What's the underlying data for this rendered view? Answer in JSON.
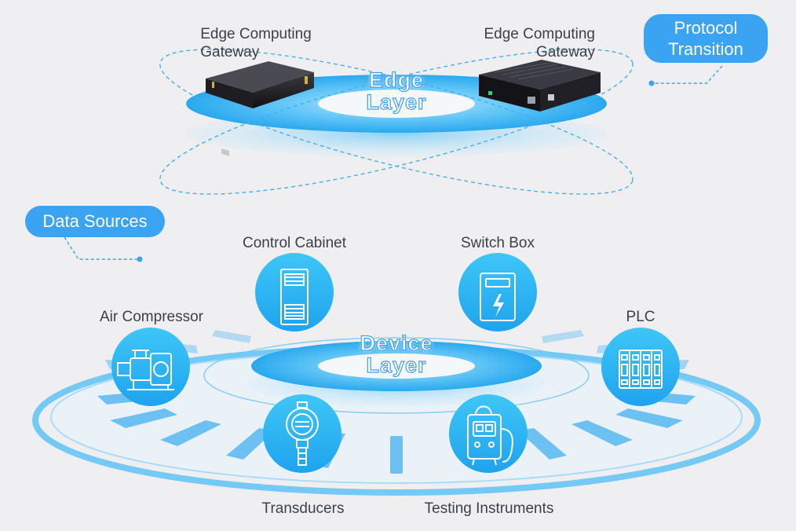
{
  "colors": {
    "background": "#efeff1",
    "accent": "#3aa3f2",
    "ring": "#5ec3f5",
    "text": "#3c4048"
  },
  "callouts": {
    "protocol": {
      "line1": "Protocol",
      "line2": "Transition"
    },
    "data_sources": "Data Sources"
  },
  "edge_layer": {
    "title_line1": "Edge",
    "title_line2": "Layer",
    "gateway_left": {
      "line1": "Edge Computing",
      "line2": "Gateway"
    },
    "gateway_right": {
      "line1": "Edge Computing",
      "line2": "Gateway"
    }
  },
  "device_layer": {
    "title_line1": "Device",
    "title_line2": "Layer"
  },
  "devices": {
    "control_cabinet": {
      "label": "Control Cabinet",
      "icon": "cabinet-icon"
    },
    "switch_box": {
      "label": "Switch Box",
      "icon": "lightning-box-icon"
    },
    "air_compressor": {
      "label": "Air Compressor",
      "icon": "compressor-icon"
    },
    "plc": {
      "label": "PLC",
      "icon": "plc-modules-icon"
    },
    "transducers": {
      "label": "Transducers",
      "icon": "sensor-icon"
    },
    "testing_instruments": {
      "label": "Testing Instruments",
      "icon": "meter-icon"
    }
  }
}
